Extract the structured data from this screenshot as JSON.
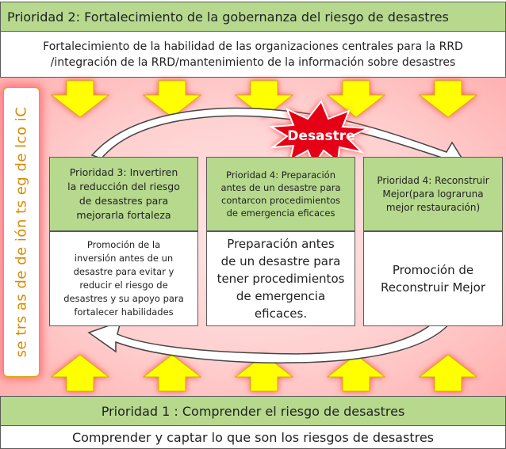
{
  "priority2": {
    "title": "Prioridad 2: Fortalecimiento de la gobernanza del riesgo de desastres",
    "desc_line1": "Fortalecimiento de la habilidad de las organizaciones centrales para la RRD",
    "desc_line2": "/integración de la RRD/mantenimiento de la información sobre desastres"
  },
  "side_label": "se trs as de de ión ts eg de lco iC",
  "disaster": "Desastre",
  "columns": [
    {
      "head": [
        "Prioridad 3: Invertiren",
        "la reducción del riesgo",
        "de desastres para",
        "mejorarla fortaleza"
      ],
      "body": [
        "Promoción de la",
        "inversión antes de un",
        "desastre para evitar y",
        "reducir el riesgo de",
        "desastres y su apoyo para",
        "fortalecer habilidades"
      ]
    },
    {
      "head": [
        "Prioridad 4: Preparación",
        "antes de un desastre para",
        "contarcon procedimientos",
        "de emergencia eficaces"
      ],
      "body": [
        "Preparación antes",
        "de un desastre para",
        "tener procedimientos",
        "de emergencia",
        "eficaces."
      ]
    },
    {
      "head": [
        "Prioridad 4: Reconstruir",
        "Mejor(para lograruna",
        "mejor restauración)"
      ],
      "body": [
        "Promoción de",
        "Reconstruir Mejor"
      ]
    }
  ],
  "priority1": {
    "title": "Prioridad 1 : Comprender el riesgo de desastres",
    "desc": "Comprender y captar lo que son los riesgos de desastres"
  },
  "colors": {
    "green": "#b6d98e",
    "arrow_yellow": "#ffff00",
    "glow_red": "#ff8080",
    "burst_red": "#e60012"
  }
}
